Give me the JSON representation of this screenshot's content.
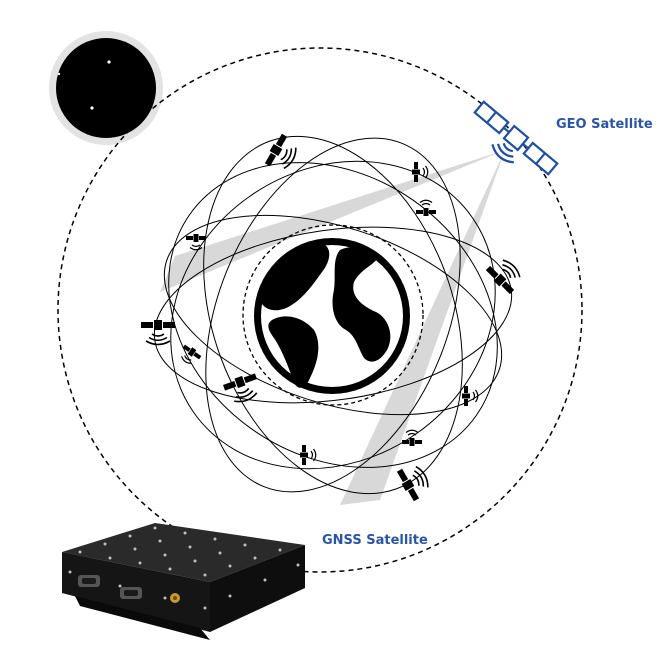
{
  "labels": {
    "geo": "GEO Satellite",
    "gnss": "GNSS Satellite"
  },
  "colors": {
    "label": "#2b55a3",
    "geo_satellite": "#1f4fa0",
    "ink": "#000000",
    "beam": "#d8d8d8",
    "device": "#1c1c1c"
  },
  "icons": {
    "geo_satellite": "satellite-icon",
    "gnss_satellite": "satellite-icon",
    "earth": "globe-icon",
    "receiver": "gnss-receiver-device"
  }
}
